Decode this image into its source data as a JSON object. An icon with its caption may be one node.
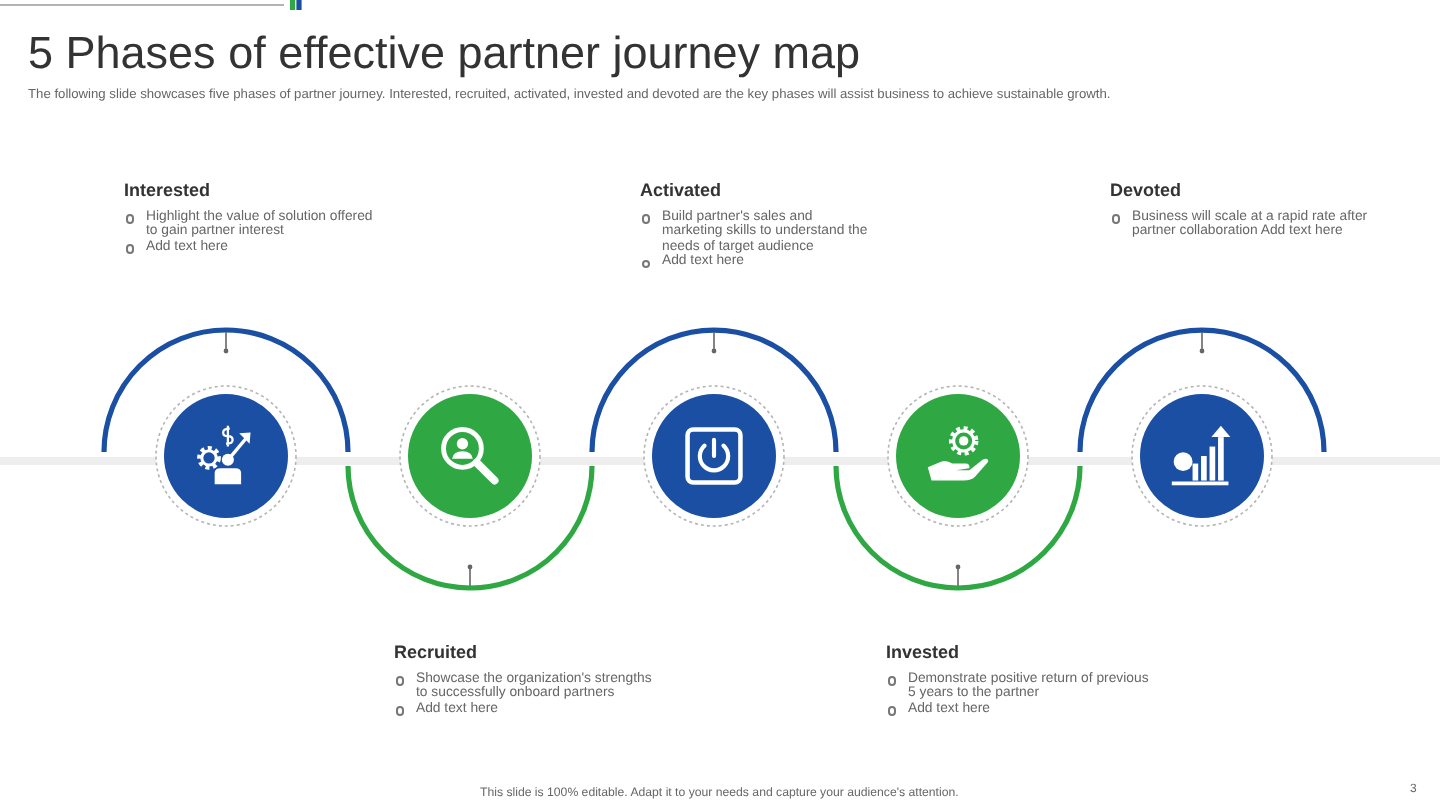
{
  "diagram": {
    "title": "5 Phases of effective partner journey map",
    "nodes": [
      {
        "text": [],
        "shape": "circle",
        "beside": [
          "Interested",
          "Highlight the value of solution offered to gain partner interest",
          "Add text here"
        ]
      },
      {
        "text": [],
        "shape": "circle",
        "beside": [
          "Recruited",
          "Showcase the organization's strengths to successfully onboard partners",
          "Add text here"
        ]
      },
      {
        "text": [],
        "shape": "circle",
        "beside": [
          "Activated",
          "Build partner's sales and marketing skills to understand the needs of target audience",
          "Add text here"
        ]
      },
      {
        "text": [],
        "shape": "circle",
        "beside": [
          "Invested",
          "Demonstrate positive return of previous 5 years to the partner",
          "Add text here"
        ]
      },
      {
        "text": [],
        "shape": "circle",
        "beside": [
          "Devoted",
          "Business will scale at a rapid rate after partner collaboration Add text here"
        ]
      }
    ],
    "labels": [
      "The following slide showcases five phases of partner journey. Interested, recruited, activated, invested and devoted are the key phases will assist business to achieve sustainable growth.",
      "This slide is 100% editable. Adapt it to your needs and capture your audience's attention.",
      "3"
    ]
  }
}
